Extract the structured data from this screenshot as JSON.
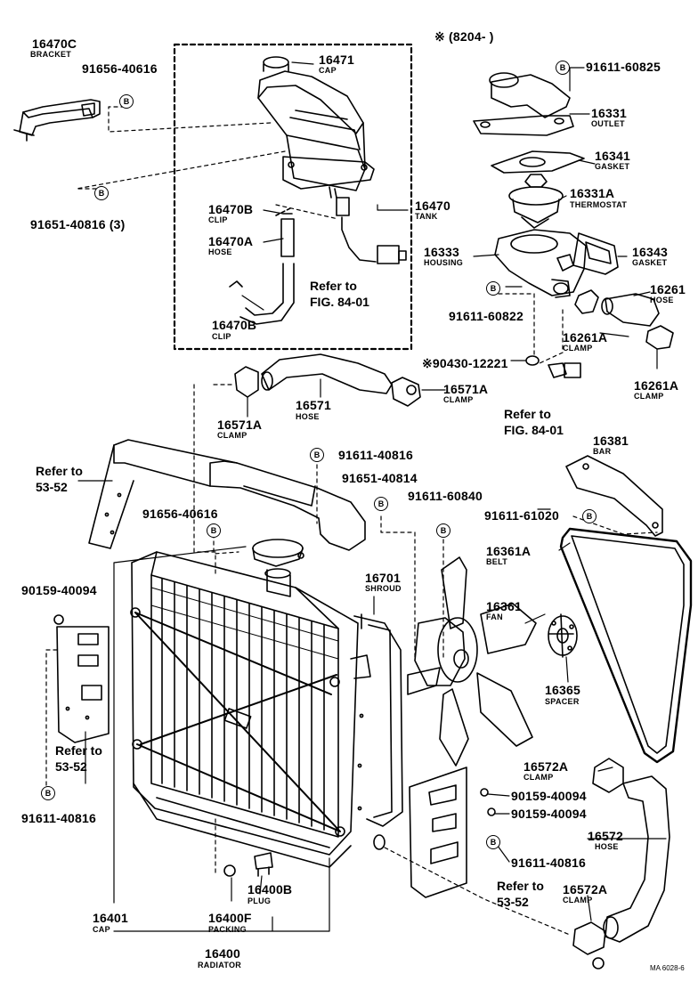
{
  "header": {
    "note": "※ (8204-      )"
  },
  "callouts": [
    {
      "id": "c1",
      "number": "16470C",
      "name": "BRACKET"
    },
    {
      "id": "c2",
      "number": "91656-40616",
      "name": ""
    },
    {
      "id": "c3",
      "number": "16471",
      "name": "CAP"
    },
    {
      "id": "c4",
      "number": "91651-40816 (3)",
      "name": ""
    },
    {
      "id": "c5",
      "number": "16470B",
      "name": "CLIP"
    },
    {
      "id": "c6",
      "number": "16470A",
      "name": "HOSE"
    },
    {
      "id": "c7",
      "number": "16470B",
      "name": "CLIP"
    },
    {
      "id": "c8",
      "number": "16470",
      "name": "TANK"
    },
    {
      "id": "c9",
      "number": "91611-60825",
      "name": ""
    },
    {
      "id": "c10",
      "number": "16331",
      "name": "OUTLET"
    },
    {
      "id": "c11",
      "number": "16341",
      "name": "GASKET"
    },
    {
      "id": "c12",
      "number": "16331A",
      "name": "THERMOSTAT"
    },
    {
      "id": "c13",
      "number": "16333",
      "name": "HOUSING"
    },
    {
      "id": "c14",
      "number": "16343",
      "name": "GASKET"
    },
    {
      "id": "c15",
      "number": "91611-60822",
      "name": ""
    },
    {
      "id": "c16",
      "number": "16261",
      "name": "HOSE"
    },
    {
      "id": "c17",
      "number": "16261A",
      "name": "CLAMP"
    },
    {
      "id": "c18",
      "number": "16261A",
      "name": "CLAMP"
    },
    {
      "id": "c19",
      "number": "※90430-12221",
      "name": ""
    },
    {
      "id": "c20",
      "number": "16571A",
      "name": "CLAMP"
    },
    {
      "id": "c21",
      "number": "16571",
      "name": "HOSE"
    },
    {
      "id": "c22",
      "number": "16571A",
      "name": "CLAMP"
    },
    {
      "id": "c23",
      "number": "91611-40816",
      "name": ""
    },
    {
      "id": "c24",
      "number": "91651-40814",
      "name": ""
    },
    {
      "id": "c25",
      "number": "91611-60840",
      "name": ""
    },
    {
      "id": "c26",
      "number": "16381",
      "name": "BAR"
    },
    {
      "id": "c27",
      "number": "91611-61020",
      "name": ""
    },
    {
      "id": "c28",
      "number": "16361A",
      "name": "BELT"
    },
    {
      "id": "c29",
      "number": "91656-40616",
      "name": ""
    },
    {
      "id": "c30",
      "number": "16701",
      "name": "SHROUD"
    },
    {
      "id": "c31",
      "number": "16361",
      "name": "FAN"
    },
    {
      "id": "c32",
      "number": "90159-40094",
      "name": ""
    },
    {
      "id": "c33",
      "number": "16365",
      "name": "SPACER"
    },
    {
      "id": "c34",
      "number": "91611-40816",
      "name": ""
    },
    {
      "id": "c35",
      "number": "16572A",
      "name": "CLAMP"
    },
    {
      "id": "c36",
      "number": "90159-40094",
      "name": ""
    },
    {
      "id": "c37",
      "number": "90159-40094",
      "name": ""
    },
    {
      "id": "c38",
      "number": "16572",
      "name": "HOSE"
    },
    {
      "id": "c39",
      "number": "91611-40816",
      "name": ""
    },
    {
      "id": "c40",
      "number": "16400B",
      "name": "PLUG"
    },
    {
      "id": "c41",
      "number": "16401",
      "name": "CAP"
    },
    {
      "id": "c42",
      "number": "16400F",
      "name": "PACKING"
    },
    {
      "id": "c43",
      "number": "16572A",
      "name": "CLAMP"
    },
    {
      "id": "c44",
      "number": "16400",
      "name": "RADIATOR"
    }
  ],
  "references": [
    {
      "id": "r1",
      "line1": "Refer to",
      "line2": "FIG. 84-01"
    },
    {
      "id": "r2",
      "line1": "Refer to",
      "line2": "FIG. 84-01"
    },
    {
      "id": "r3",
      "line1": "Refer to",
      "line2": "53-52"
    },
    {
      "id": "r4",
      "line1": "Refer to",
      "line2": "53-52"
    },
    {
      "id": "r5",
      "line1": "Refer to",
      "line2": "53-52"
    }
  ],
  "bolt_symbol": "B",
  "footer_code": "MA 6028-6"
}
